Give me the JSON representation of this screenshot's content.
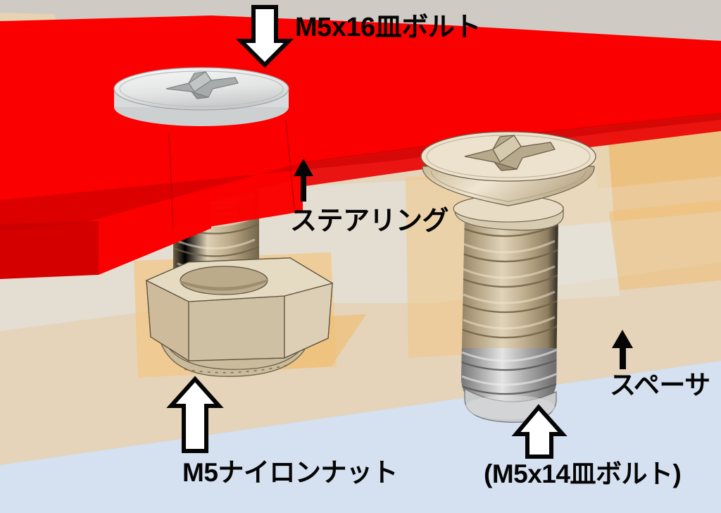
{
  "figure": {
    "kind": "3d-cad-assembly-illustration",
    "subject": "steering plate bolt and nut assembly"
  },
  "annotations": [
    {
      "id": "m5x16",
      "text": "M5x16皿ボルト",
      "arrow": "down-arrow-outline",
      "points_to": "white-countersunk-bolt-head"
    },
    {
      "id": "steering",
      "text": "ステアリング",
      "arrow": "up-arrow-solid",
      "points_to": "red-steering-plate"
    },
    {
      "id": "nylonnut",
      "text": "M5ナイロンナット",
      "arrow": "up-arrow-outline",
      "points_to": "hex-nylon-lock-nut"
    },
    {
      "id": "m5x14",
      "text": "(M5x14皿ボルト)",
      "arrow": "up-arrow-outline",
      "points_to": "tan-countersunk-bolt"
    },
    {
      "id": "spacer",
      "text": "スペーサ",
      "arrow": "up-arrow-solid",
      "points_to": "gray-spacer-ring"
    }
  ],
  "parts": {
    "steering_plate": {
      "name": "steering-plate",
      "color": "#fb0000",
      "edge_color": "#cf0000"
    },
    "bolt_left": {
      "name": "m5x16-countersunk-bolt",
      "head_color": "#e9eaea"
    },
    "bolt_right": {
      "name": "m5x14-countersunk-bolt",
      "head_color": "#e8ddc4"
    },
    "nut": {
      "name": "m5-nylon-lock-nut",
      "color": "#d8c9ae"
    },
    "spacer": {
      "name": "spacer-ring",
      "color": "#9a9a9a"
    },
    "thread": {
      "name": "threaded-shank",
      "color": "#b3a284"
    }
  },
  "palette": {
    "red": "#fb0000",
    "red_dark": "#d40000",
    "gray_bg": "#cfcac3",
    "tan_surface": "#e5d3ba",
    "blue_bg": "#d5e0f0",
    "amber": "#f0bd74",
    "metal_tan": "#cdbb98",
    "white_metal": "#e9eaea",
    "ink": "#050505"
  }
}
